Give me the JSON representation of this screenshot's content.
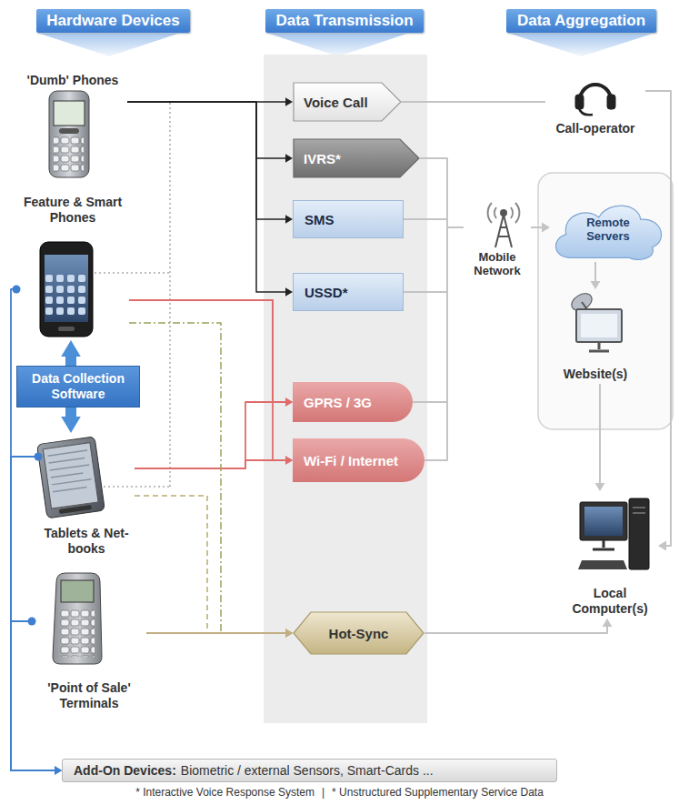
{
  "diagram": {
    "nodes": [
      {
        "text": [
          "Hardware Devices"
        ]
      },
      {
        "text": [
          "Data Transmission"
        ]
      },
      {
        "text": [
          "Data Aggregation"
        ]
      },
      {
        "text": [
          "'Dumb' Phones"
        ]
      },
      {
        "text": [
          "Feature & Smart Phones"
        ]
      },
      {
        "text": [
          "Data Collection Software"
        ]
      },
      {
        "text": [
          "Tablets & Net-books"
        ]
      },
      {
        "text": [
          "'Point of Sale' Terminals"
        ]
      },
      {
        "text": [
          "Voice Call"
        ]
      },
      {
        "text": [
          "IVRS*"
        ]
      },
      {
        "text": [
          "SMS"
        ]
      },
      {
        "text": [
          "USSD*"
        ]
      },
      {
        "text": [
          "GPRS / 3G"
        ]
      },
      {
        "text": [
          "Wi-Fi / Internet"
        ]
      },
      {
        "text": [
          "Hot-Sync"
        ]
      },
      {
        "text": [
          "Call-operator"
        ]
      },
      {
        "text": [
          "Mobile Network"
        ]
      },
      {
        "text": [
          "Remote Servers"
        ]
      },
      {
        "text": [
          "Website(s)"
        ]
      },
      {
        "text": [
          "Local Computer(s)"
        ]
      },
      {
        "text": [
          "Add-On Devices:",
          "Biometric / external Sensors, Smart-Cards ..."
        ]
      }
    ],
    "edges": [
      {
        "from": 3,
        "to": 8,
        "arrow": "to"
      },
      {
        "from": 3,
        "to": 9,
        "arrow": "to"
      },
      {
        "from": 3,
        "to": 10,
        "arrow": "to"
      },
      {
        "from": 3,
        "to": 11,
        "arrow": "to"
      },
      {
        "from": 5,
        "to": 4,
        "arrow": "to"
      },
      {
        "from": 5,
        "to": 6,
        "arrow": "to"
      },
      {
        "from": 4,
        "to": 12,
        "arrow": "to"
      },
      {
        "from": 4,
        "to": 13,
        "arrow": "to"
      },
      {
        "from": 6,
        "to": 12,
        "arrow": "to"
      },
      {
        "from": 6,
        "to": 13,
        "arrow": "to"
      },
      {
        "from": 4,
        "to": 14,
        "arrow": "to"
      },
      {
        "from": 6,
        "to": 14,
        "arrow": "to"
      },
      {
        "from": 7,
        "to": 14,
        "arrow": "to"
      },
      {
        "from": 4,
        "to": 20,
        "arrow": "to"
      },
      {
        "from": 6,
        "to": 20,
        "arrow": "to"
      },
      {
        "from": 7,
        "to": 20,
        "arrow": "to"
      },
      {
        "from": 8,
        "to": 15,
        "arrow": "none"
      },
      {
        "from": 9,
        "to": 16,
        "arrow": "none"
      },
      {
        "from": 10,
        "to": 16,
        "arrow": "none"
      },
      {
        "from": 11,
        "to": 16,
        "arrow": "none"
      },
      {
        "from": 12,
        "to": 16,
        "arrow": "none"
      },
      {
        "from": 13,
        "to": 16,
        "arrow": "none"
      },
      {
        "from": 16,
        "to": 17,
        "arrow": "to"
      },
      {
        "from": 17,
        "to": 18,
        "arrow": "to"
      },
      {
        "from": 18,
        "to": 19,
        "arrow": "to"
      },
      {
        "from": 15,
        "to": 19,
        "arrow": "to"
      },
      {
        "from": 14,
        "to": 19,
        "arrow": "to"
      }
    ],
    "labels": [
      "* Interactive Voice Response System",
      "|",
      "* Unstructured Supplementary Service Data"
    ]
  }
}
